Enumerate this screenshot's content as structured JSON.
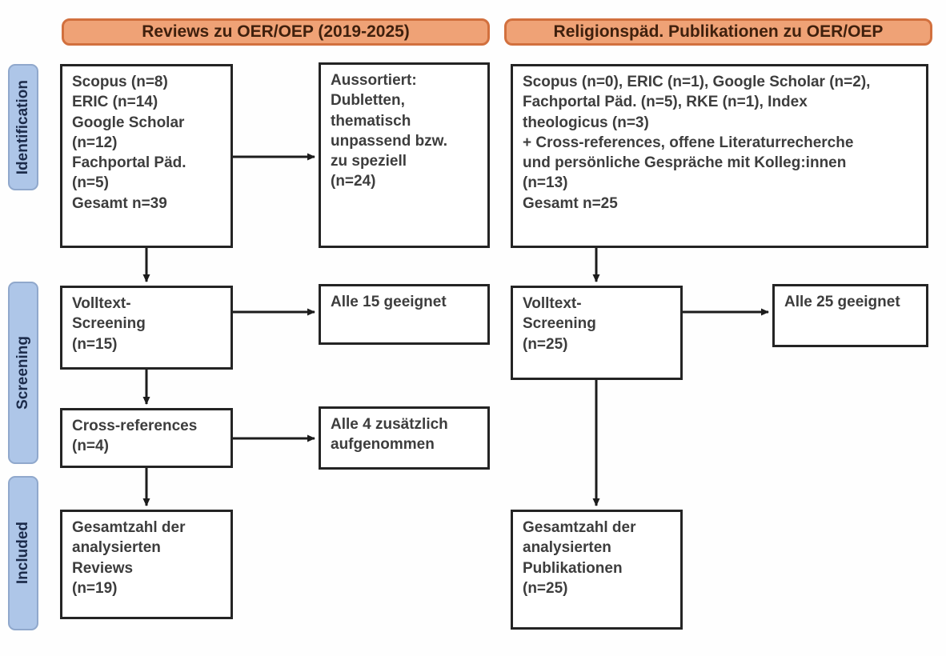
{
  "diagram": {
    "headers": {
      "left": "Reviews zu OER/OEP (2019-2025)",
      "right": "Religionspäd. Publikationen zu OER/OEP"
    },
    "stages": [
      {
        "label": "Identification"
      },
      {
        "label": "Screening"
      },
      {
        "label": "Included"
      }
    ],
    "boxes": {
      "left_sources": "Scopus (n=8)\nERIC (n=14)\nGoogle Scholar\n(n=12)\nFachportal Päd.\n(n=5)\nGesamt n=39",
      "left_excluded": "Aussortiert:\nDubletten,\nthematisch\nunpassend bzw.\nzu speziell\n(n=24)",
      "left_fulltext": "Volltext-\nScreening\n(n=15)",
      "left_fulltext_result": "Alle 15 geeignet",
      "left_crossref": "Cross-references\n(n=4)",
      "left_crossref_result": "Alle 4 zusätzlich\naufgenommen",
      "left_included": "Gesamtzahl der\nanalysierten\nReviews\n(n=19)",
      "right_sources": "Scopus (n=0), ERIC (n=1), Google Scholar (n=2),\nFachportal Päd. (n=5), RKE (n=1), Index\ntheologicus (n=3)\n+ Cross-references, offene Literaturrecherche\nund persönliche Gespräche mit Kolleg:innen\n(n=13)\nGesamt n=25",
      "right_fulltext": "Volltext-\nScreening\n(n=25)",
      "right_fulltext_result": "Alle 25 geeignet",
      "right_included": "Gesamtzahl der\nanalysierten\nPublikationen\n(n=25)"
    },
    "colors": {
      "header_fill": "#efa276",
      "header_border": "#d2703e",
      "header_text": "#3f200d",
      "stage_fill": "#aec6e8",
      "stage_border": "#90a8cc",
      "stage_text": "#1c2b4a",
      "box_border": "#242424",
      "box_text": "#3d3d3d",
      "arrow": "#1c1c1c"
    }
  }
}
